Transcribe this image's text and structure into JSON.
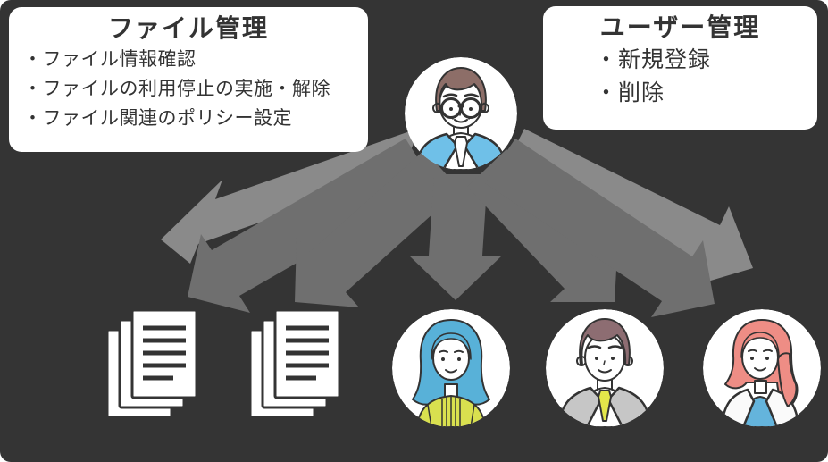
{
  "file_panel": {
    "title": "ファイル管理",
    "items": [
      "・ファイル情報確認",
      "・ファイルの利用停止の実施・解除",
      "・ファイル関連のポリシー設定"
    ]
  },
  "user_panel": {
    "title": "ユーザー管理",
    "items": [
      "・新規登録",
      "・削除"
    ]
  },
  "icons": {
    "admin": "administrator-avatar-icon",
    "documents_left": "document-stack-icon",
    "documents_right": "document-stack-icon",
    "user1": "user-avatar-icon",
    "user2": "user-avatar-icon",
    "user3": "user-avatar-icon",
    "arrows": "delegation-arrows"
  },
  "colors": {
    "background": "#343434",
    "panel_bg": "#ffffff",
    "text": "#333333",
    "arrow_dark": "#6f6f6f",
    "arrow_light": "#8a8a8a",
    "doc_page": "#ffffff",
    "doc_line": "#333333",
    "admin_jacket": "#6fc0e8",
    "admin_hair": "#8d6e68",
    "user1_hair": "#58b1d8",
    "user1_sweater": "#d9e04f",
    "user2_hair": "#8d6d72",
    "user2_suit": "#c6c6c6",
    "user2_tie": "#e3e74a",
    "user3_hair": "#ee8d85",
    "user3_top": "#64b4dc"
  }
}
